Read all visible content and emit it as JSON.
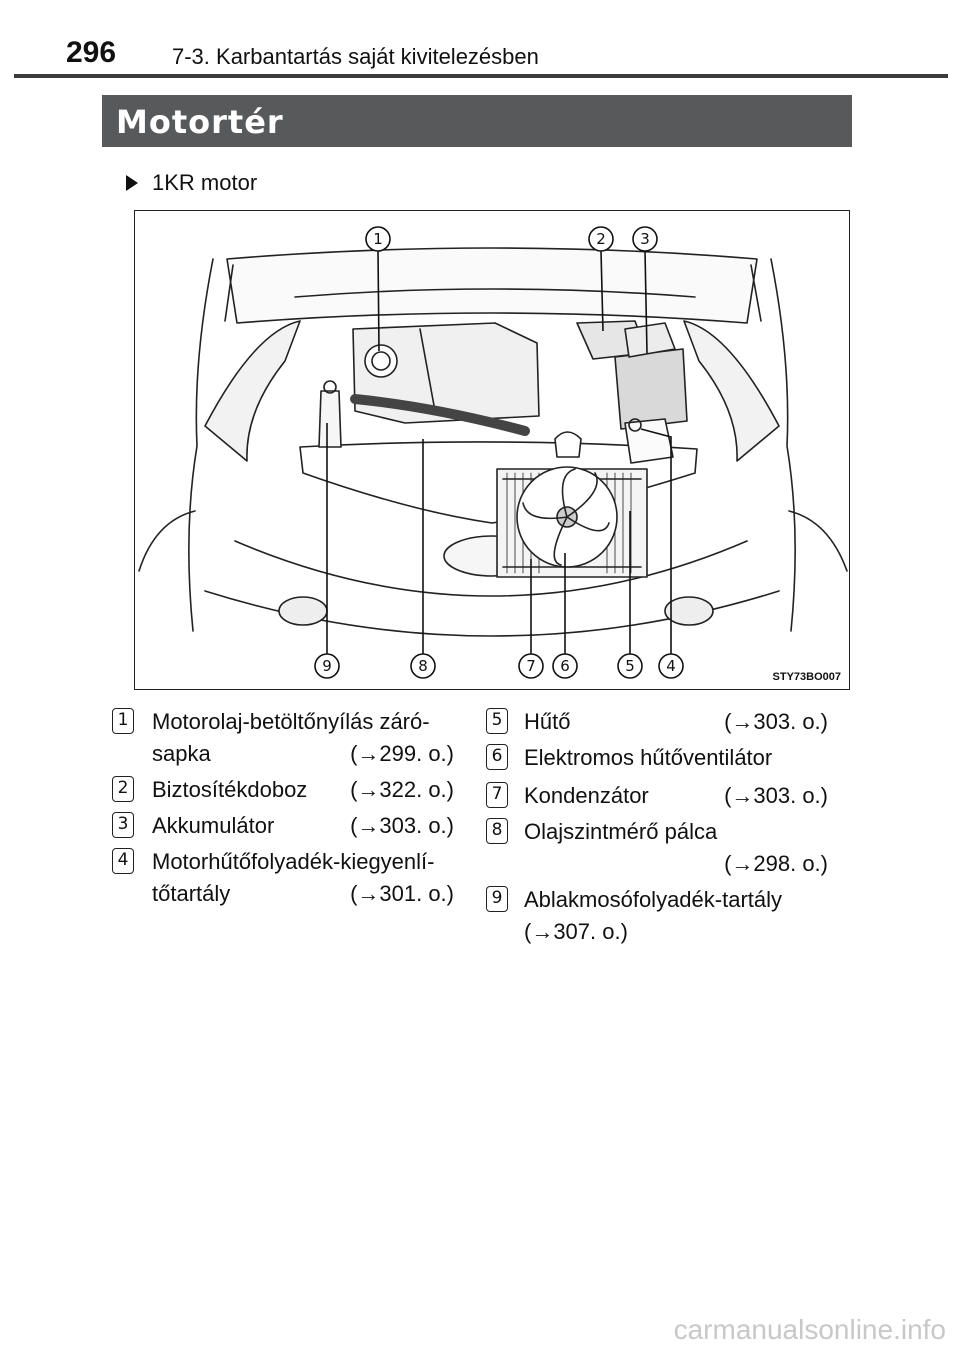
{
  "header": {
    "page_number": "296",
    "chapter": "7-3. Karbantartás saját kivitelezésben"
  },
  "section": {
    "title": "Motortér"
  },
  "variant": {
    "label": "1KR motor"
  },
  "figure": {
    "code": "STY73BO007",
    "callouts": [
      "1",
      "2",
      "3",
      "4",
      "5",
      "6",
      "7",
      "8",
      "9"
    ]
  },
  "legend": {
    "left": [
      {
        "num": "1",
        "lines": [
          "Motorolaj-betöltőnyílás záró-",
          "sapka"
        ],
        "ref": "(→299. o.)"
      },
      {
        "num": "2",
        "lines": [
          "Biztosítékdoboz"
        ],
        "ref": "(→322. o.)"
      },
      {
        "num": "3",
        "lines": [
          "Akkumulátor"
        ],
        "ref": "(→303. o.)"
      },
      {
        "num": "4",
        "lines": [
          "Motorhűtőfolyadék-kiegyenlí-",
          "tőtartály"
        ],
        "ref": "(→301. o.)"
      }
    ],
    "right": [
      {
        "num": "5",
        "lines": [
          "Hűtő"
        ],
        "ref": "(→303. o.)"
      },
      {
        "num": "6",
        "lines": [
          "Elektromos hűtőventilátor"
        ],
        "ref": ""
      },
      {
        "num": "7",
        "lines": [
          "Kondenzátor"
        ],
        "ref": "(→303. o.)"
      },
      {
        "num": "8",
        "lines": [
          "Olajszintmérő pálca"
        ],
        "ref": "(→298. o.)"
      },
      {
        "num": "9",
        "lines": [
          "Ablakmosófolyadék-tartály"
        ],
        "ref": "(→307. o.)"
      }
    ]
  },
  "watermark": {
    "text": "carmanualsonline.info"
  }
}
